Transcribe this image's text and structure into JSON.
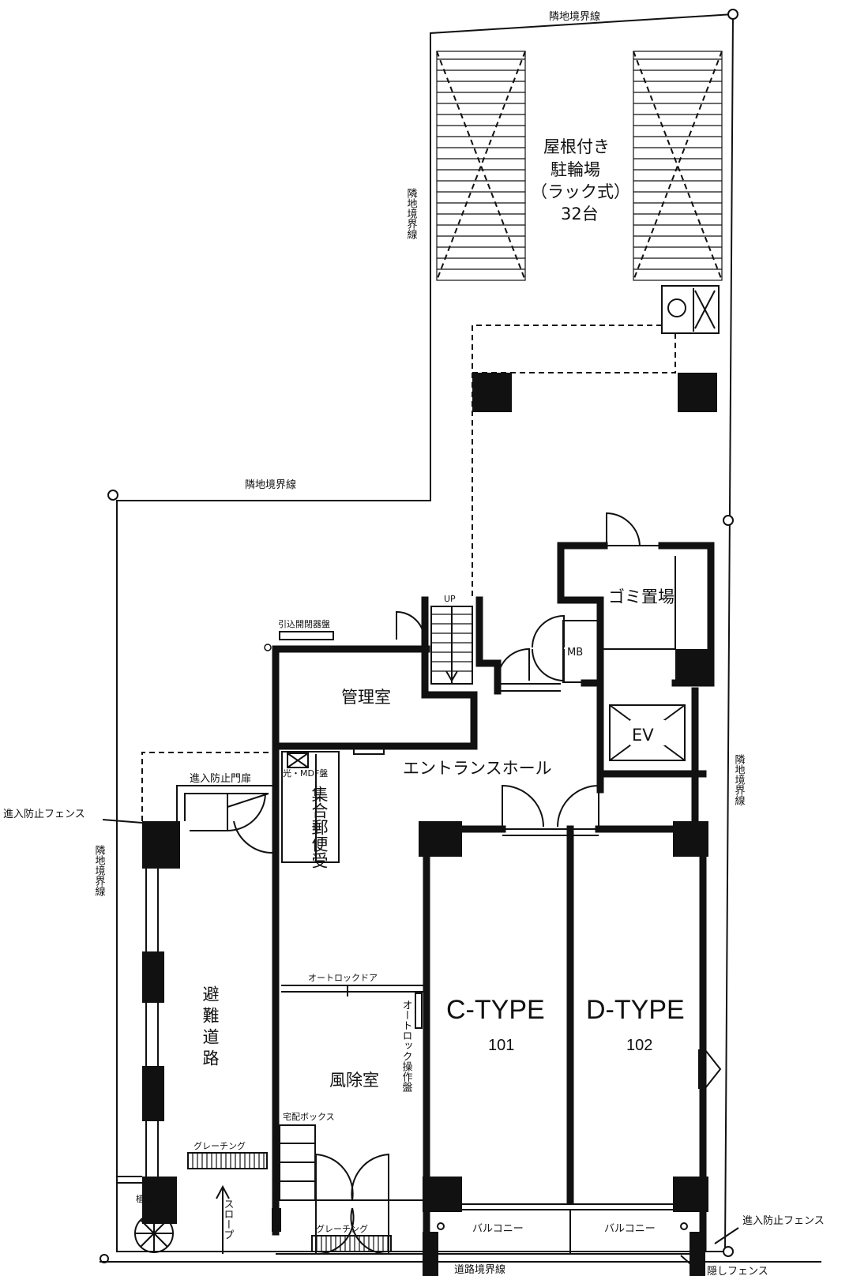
{
  "boundary": {
    "top": "隣地境界線",
    "left_upper": "隣地境界線",
    "middle": "隣地境界線",
    "left_lower": "隣地境界線",
    "right": "隣地境界線",
    "road": "道路境界線"
  },
  "bicycle_parking": {
    "line1": "屋根付き",
    "line2": "駐輪場",
    "line3": "（ラック式）",
    "line4": "32台"
  },
  "rooms": {
    "garbage": "ゴミ置場",
    "mb": "MB",
    "elevator": "EV",
    "management": "管理室",
    "entrance_hall": "エントランスホール",
    "mailbox_v": "集合郵便受",
    "mdf": "光・MDF盤",
    "lead_in_panel": "引込開閉器盤",
    "windbreak": "風除室",
    "escape_route": "避難道路",
    "stairs_up": "UP"
  },
  "doors": {
    "intrusion_gate": "進入防止門扉",
    "autolock_door": "オートロックドア",
    "autolock_panel": "オートロック操作盤",
    "delivery_box": "宅配ボックス"
  },
  "units": [
    {
      "type": "C-TYPE",
      "number": "101",
      "balcony": "バルコニー"
    },
    {
      "type": "D-TYPE",
      "number": "102",
      "balcony": "バルコニー"
    }
  ],
  "exterior": {
    "fence_left": "進入防止フェンス",
    "fence_right": "進入防止フェンス",
    "blind_fence": "目隠しフェンス",
    "grating_1": "グレーチング",
    "grating_2": "グレーチング",
    "slope": "スロープ",
    "planting": "植栽"
  }
}
